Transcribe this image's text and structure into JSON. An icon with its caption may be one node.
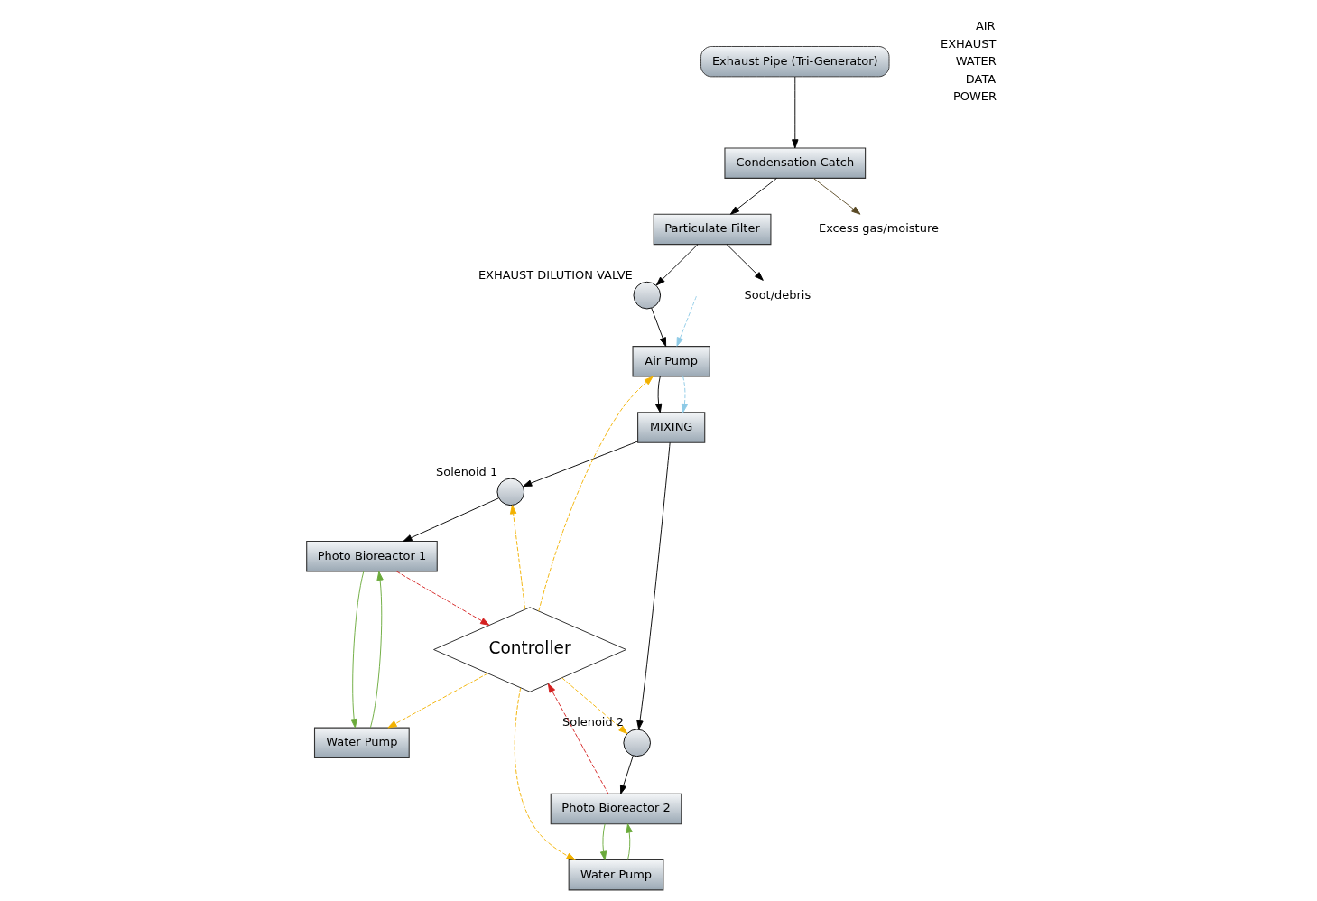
{
  "diagram": {
    "nodes": [
      {
        "text": [
          "Exhaust Pipe (Tri-Generator)"
        ]
      },
      {
        "text": [
          "Condensation Catch"
        ]
      },
      {
        "text": [
          "Particulate Filter"
        ]
      },
      {
        "text": [
          "Excess gas/moisture"
        ]
      },
      {
        "text": [
          "Soot/debris"
        ]
      },
      {
        "text": [],
        "shape": "circle",
        "beside": [
          "EXHAUST DILUTION VALVE"
        ]
      },
      {
        "text": [
          "MIXING"
        ]
      },
      {
        "text": [
          "Air Pump"
        ]
      },
      {
        "text": [],
        "shape": "circle",
        "beside": [
          "Solenoid 1"
        ]
      },
      {
        "text": [],
        "shape": "circle",
        "beside": [
          "Solenoid 2"
        ]
      },
      {
        "text": [
          "Photo Bioreactor 1"
        ]
      },
      {
        "text": [
          "Photo Bioreactor 2"
        ]
      },
      {
        "text": [
          "Controller"
        ]
      },
      {
        "text": [
          "Water Pump"
        ]
      },
      {
        "text": [
          "Water Pump"
        ]
      }
    ],
    "edges": [
      {
        "from": 0,
        "to": 1,
        "arrow": "to"
      },
      {
        "from": 1,
        "to": 2,
        "arrow": "to"
      },
      {
        "from": 1,
        "to": 3,
        "arrow": "to",
        "color": "#5a4a25"
      },
      {
        "from": 2,
        "to": 4,
        "arrow": "to"
      },
      {
        "from": 2,
        "to": 5,
        "arrow": "to"
      },
      {
        "from": 5,
        "to": 7,
        "arrow": "to"
      },
      {
        "from": 7,
        "to": 6,
        "arrow": "to"
      },
      {
        "from": null,
        "to": 7,
        "arrow": "to",
        "style": "dashed",
        "color": "#8ecae6"
      },
      {
        "from": 7,
        "to": 6,
        "arrow": "to",
        "style": "dashed",
        "color": "#8ecae6"
      },
      {
        "from": 6,
        "to": 8,
        "arrow": "to"
      },
      {
        "from": 6,
        "to": 9,
        "arrow": "to"
      },
      {
        "from": 8,
        "to": 10,
        "arrow": "to"
      },
      {
        "from": 9,
        "to": 11,
        "arrow": "to"
      },
      {
        "from": 13,
        "to": 10,
        "arrow": "to",
        "color": "#6aaa3a"
      },
      {
        "from": 10,
        "to": 13,
        "arrow": "to",
        "color": "#6aaa3a"
      },
      {
        "from": 14,
        "to": 11,
        "arrow": "to",
        "color": "#6aaa3a"
      },
      {
        "from": 11,
        "to": 14,
        "arrow": "to",
        "color": "#6aaa3a"
      },
      {
        "from": 10,
        "to": 12,
        "arrow": "to",
        "style": "dashed",
        "color": "#d42020"
      },
      {
        "from": 11,
        "to": 12,
        "arrow": "to",
        "style": "dashed",
        "color": "#d42020"
      },
      {
        "from": 12,
        "to": 8,
        "arrow": "to",
        "style": "dashed",
        "color": "#f2b100"
      },
      {
        "from": 12,
        "to": 9,
        "arrow": "to",
        "style": "dashed",
        "color": "#f2b100"
      },
      {
        "from": 12,
        "to": 7,
        "arrow": "to",
        "style": "dashed",
        "color": "#f2b100"
      },
      {
        "from": 12,
        "to": 13,
        "arrow": "to",
        "style": "dashed",
        "color": "#f2b100"
      },
      {
        "from": 12,
        "to": 14,
        "arrow": "to",
        "style": "dashed",
        "color": "#f2b100"
      }
    ],
    "legend": [
      {
        "text": "AIR"
      },
      {
        "text": "EXHAUST"
      },
      {
        "text": "WATER"
      },
      {
        "text": "DATA"
      },
      {
        "text": "POWER"
      }
    ]
  }
}
